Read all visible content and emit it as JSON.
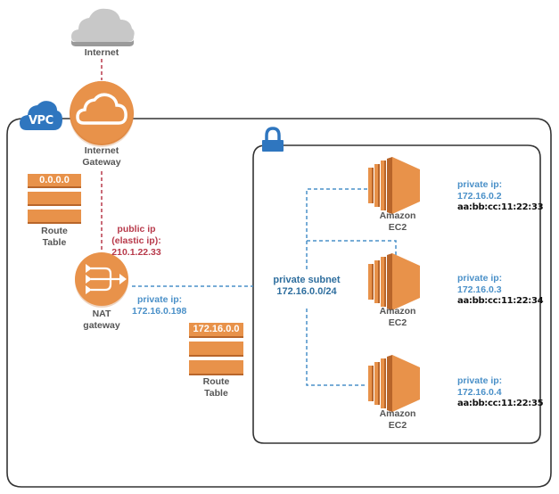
{
  "colors": {
    "orange": "#E8924A",
    "orange_dark": "#B8652A",
    "blue_accent": "#2F76BF",
    "blue_text": "#4A90C8",
    "red_text": "#B83A4B",
    "cloud_gray": "#C8C8C8",
    "border": "#333333"
  },
  "internet": {
    "label": "Internet"
  },
  "internet_gateway": {
    "label_line1": "Internet",
    "label_line2": "Gateway"
  },
  "vpc": {
    "badge": "VPC"
  },
  "public_route_table": {
    "entry": "0.0.0.0",
    "label_line1": "Route",
    "label_line2": "Table"
  },
  "nat_gateway": {
    "label_line1": "NAT",
    "label_line2": "gateway",
    "public_ip_line1": "public ip",
    "public_ip_line2": "(elastic ip):",
    "public_ip_value": "210.1.22.33",
    "private_ip_label": "private ip:",
    "private_ip_value": "172.16.0.198"
  },
  "private_route_table": {
    "entry": "172.16.0.0",
    "label_line1": "Route",
    "label_line2": "Table"
  },
  "private_subnet": {
    "label": "private subnet",
    "cidr": "172.16.0.0/24"
  },
  "instances": [
    {
      "label_line1": "Amazon",
      "label_line2": "EC2",
      "ip_label": "private ip:",
      "ip": "172.16.0.2",
      "mac": "aa:bb:cc:11:22:33"
    },
    {
      "label_line1": "Amazon",
      "label_line2": "EC2",
      "ip_label": "private ip:",
      "ip": "172.16.0.3",
      "mac": "aa:bb:cc:11:22:34"
    },
    {
      "label_line1": "Amazon",
      "label_line2": "EC2",
      "ip_label": "private ip:",
      "ip": "172.16.0.4",
      "mac": "aa:bb:cc:11:22:35"
    }
  ]
}
